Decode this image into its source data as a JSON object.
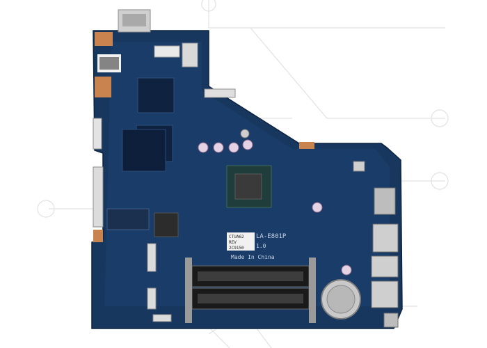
{
  "image": {
    "subject": "laptop motherboard",
    "background_color": "#ffffff",
    "board_color": "#16365f",
    "watermark_color": "#e6e6e6"
  },
  "labels": {
    "model_code": "LA-E801P",
    "rev": "1.0",
    "origin": "Made In China",
    "sticker_line1": "CTUA62",
    "sticker_line2": "REV",
    "sticker_line3": "2C9150"
  }
}
